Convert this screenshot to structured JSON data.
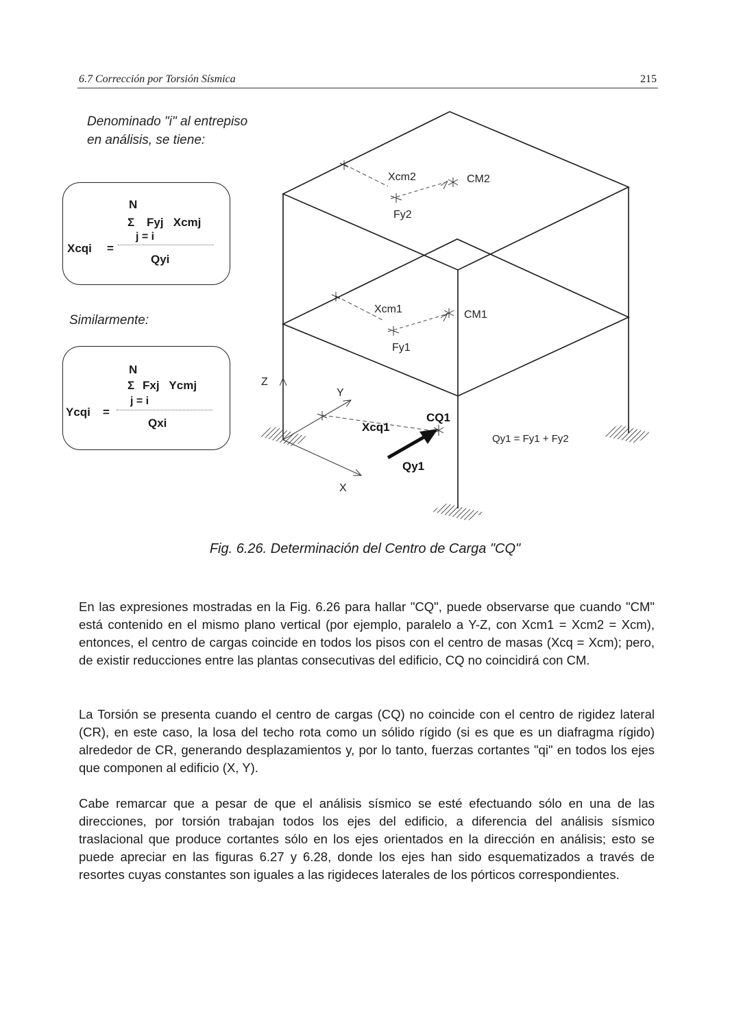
{
  "header": {
    "section": "6.7 Corrección por Torsión Sísmica",
    "page_number": "215"
  },
  "intro": {
    "line1": "Denominado \"i\" al entrepiso",
    "line2": "en análisis, se tiene:"
  },
  "formula_x": {
    "upper_limit": "N",
    "sigma": "Σ",
    "numerator_terms": "Fyj   Xcmj",
    "lower_limit": "j = i",
    "lhs": "Xcqi",
    "equals": "=",
    "denominator": "Qyi"
  },
  "similarmente": "Similarmente:",
  "formula_y": {
    "upper_limit": "N",
    "sigma": "Σ",
    "numerator_terms": "Fxj   Ycmj",
    "lower_limit": "j = i",
    "lhs": "Ycqi",
    "equals": "=",
    "denominator": "Qxi"
  },
  "figure_labels": {
    "xcm2": "Xcm2",
    "cm2": "CM2",
    "fy2": "Fy2",
    "xcm1": "Xcm1",
    "cm1": "CM1",
    "fy1": "Fy1",
    "z": "Z",
    "y": "Y",
    "x": "X",
    "xcq1": "Xcq1",
    "cq1": "CQ1",
    "qy1": "Qy1",
    "qy1_eq": "Qy1 = Fy1 + Fy2"
  },
  "caption": "Fig. 6.26. Determinación del Centro de Carga \"CQ\"",
  "paragraphs": [
    "En las expresiones mostradas en la Fig. 6.26 para hallar \"CQ\", puede observarse que cuando \"CM\" está contenido en el mismo plano vertical (por ejemplo, paralelo a Y-Z, con Xcm1 = Xcm2 = Xcm), entonces, el centro de cargas coincide en todos los pisos con el centro de masas (Xcq = Xcm); pero, de existir reducciones entre las plantas consecutivas del edificio, CQ no coincidirá con CM.",
    "La Torsión se presenta cuando el centro de cargas (CQ) no coincide con el centro de rigidez lateral (CR), en este caso, la losa del techo rota como un sólido rígido (si es que es un diafragma rígido) alrededor de CR, generando desplazamientos y, por lo tanto, fuerzas cortantes \"qi\" en todos los ejes que componen al edificio (X, Y).",
    "Cabe remarcar que a pesar de que el análisis sísmico se esté efectuando sólo en una de las direcciones, por torsión trabajan todos los ejes del edificio, a diferencia del análisis sísmico traslacional que produce cortantes sólo en los ejes orientados en la dirección en análisis; esto se puede apreciar en las figuras 6.27 y 6.28, donde los ejes han sido esquematizados a través de resortes cuyas constantes son iguales a las rigideces laterales de los pórticos correspondientes."
  ]
}
